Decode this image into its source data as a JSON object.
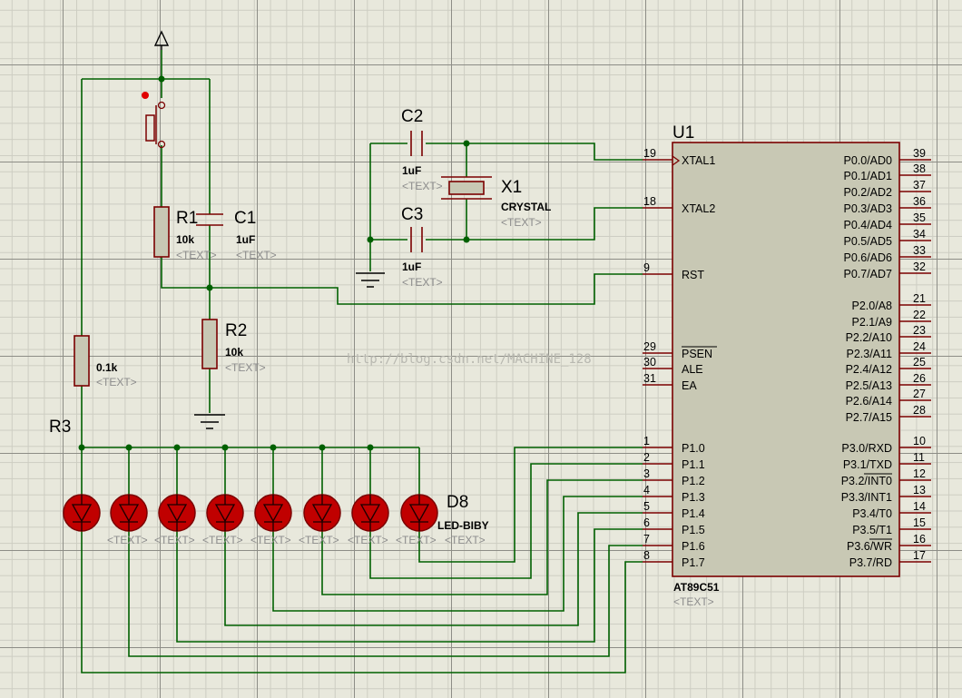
{
  "watermark": "http://blog.csdn.net/MACHINE_128",
  "power_terminal": "",
  "push_button": {
    "ref": "",
    "value": ""
  },
  "r1": {
    "ref": "R1",
    "value": "10k",
    "text": "<TEXT>"
  },
  "c1": {
    "ref": "C1",
    "value": "1uF",
    "text": "<TEXT>"
  },
  "r2": {
    "ref": "R2",
    "value": "10k",
    "text": "<TEXT>"
  },
  "r3": {
    "ref": "R3",
    "value": "0.1k",
    "text": "<TEXT>"
  },
  "c2": {
    "ref": "C2",
    "value": "1uF",
    "text": "<TEXT>"
  },
  "c3": {
    "ref": "C3",
    "value": "1uF",
    "text": "<TEXT>"
  },
  "x1": {
    "ref": "X1",
    "value": "CRYSTAL",
    "text": "<TEXT>"
  },
  "d8": {
    "ref": "D8",
    "value": "LED-BIBY"
  },
  "led_value_label": "LED-BIBY",
  "led_text_labels": [
    "<TEXT>",
    "<TEXT>",
    "<TEXT>",
    "<TEXT>",
    "<TEXT>",
    "<TEXT>",
    "<TEXT>",
    "<TEXT>"
  ],
  "u1": {
    "ref": "U1",
    "part": "AT89C51",
    "text": "<TEXT>",
    "left_pins": [
      {
        "num": "19",
        "name": "XTAL1"
      },
      {
        "num": "18",
        "name": "XTAL2"
      },
      {
        "num": "9",
        "name": "RST"
      },
      {
        "num": "29",
        "name": "PSEN"
      },
      {
        "num": "30",
        "name": "ALE"
      },
      {
        "num": "31",
        "name": "EA"
      },
      {
        "num": "1",
        "name": "P1.0"
      },
      {
        "num": "2",
        "name": "P1.1"
      },
      {
        "num": "3",
        "name": "P1.2"
      },
      {
        "num": "4",
        "name": "P1.3"
      },
      {
        "num": "5",
        "name": "P1.4"
      },
      {
        "num": "6",
        "name": "P1.5"
      },
      {
        "num": "7",
        "name": "P1.6"
      },
      {
        "num": "8",
        "name": "P1.7"
      }
    ],
    "right_pins": [
      {
        "num": "39",
        "name": "P0.0/AD0"
      },
      {
        "num": "38",
        "name": "P0.1/AD1"
      },
      {
        "num": "37",
        "name": "P0.2/AD2"
      },
      {
        "num": "36",
        "name": "P0.3/AD3"
      },
      {
        "num": "35",
        "name": "P0.4/AD4"
      },
      {
        "num": "34",
        "name": "P0.5/AD5"
      },
      {
        "num": "33",
        "name": "P0.6/AD6"
      },
      {
        "num": "32",
        "name": "P0.7/AD7"
      },
      {
        "num": "21",
        "name": "P2.0/A8"
      },
      {
        "num": "22",
        "name": "P2.1/A9"
      },
      {
        "num": "23",
        "name": "P2.2/A10"
      },
      {
        "num": "24",
        "name": "P2.3/A11"
      },
      {
        "num": "25",
        "name": "P2.4/A12"
      },
      {
        "num": "26",
        "name": "P2.5/A13"
      },
      {
        "num": "27",
        "name": "P2.6/A14"
      },
      {
        "num": "28",
        "name": "P2.7/A15"
      },
      {
        "num": "10",
        "name": "P3.0/RXD"
      },
      {
        "num": "11",
        "name": "P3.1/TXD"
      },
      {
        "num": "12",
        "name": "P3.2/INT0"
      },
      {
        "num": "13",
        "name": "P3.3/INT1"
      },
      {
        "num": "14",
        "name": "P3.4/T0"
      },
      {
        "num": "15",
        "name": "P3.5/T1"
      },
      {
        "num": "16",
        "name": "P3.6/WR"
      },
      {
        "num": "17",
        "name": "P3.7/RD"
      }
    ]
  },
  "colors": {
    "wire": "#006000",
    "component_outline": "#7a0000",
    "chip_fill": "#c8c8b4",
    "led_fill": "#c00000",
    "grid_major": "#8d8d86",
    "grid_minor": "#cdcdc2",
    "background": "#e8e8dc",
    "placeholder_text": "#8c8c8c"
  }
}
